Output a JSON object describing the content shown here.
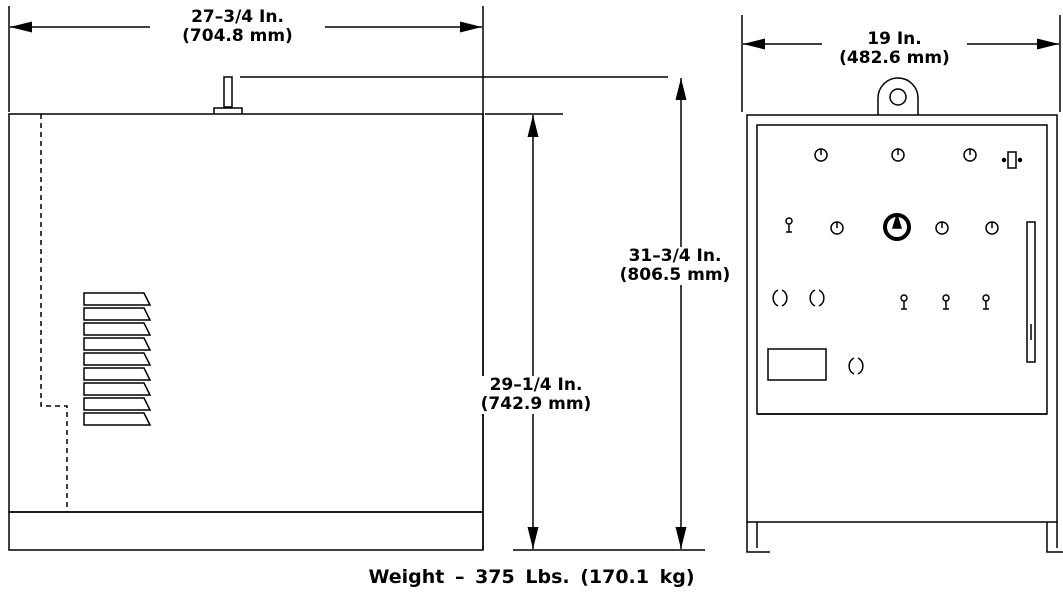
{
  "dimensions": {
    "depth": {
      "imperial": "27–3/4 In.",
      "metric": "(704.8 mm)"
    },
    "width": {
      "imperial": "19 In.",
      "metric": "(482.6 mm)"
    },
    "overall_height": {
      "imperial": "31–3/4 In.",
      "metric": "(806.5 mm)"
    },
    "cabinet_height": {
      "imperial": "29–1/4 In.",
      "metric": "(742.9 mm)"
    }
  },
  "weight": "Weight  –  375 Lbs. (170.1 kg)"
}
